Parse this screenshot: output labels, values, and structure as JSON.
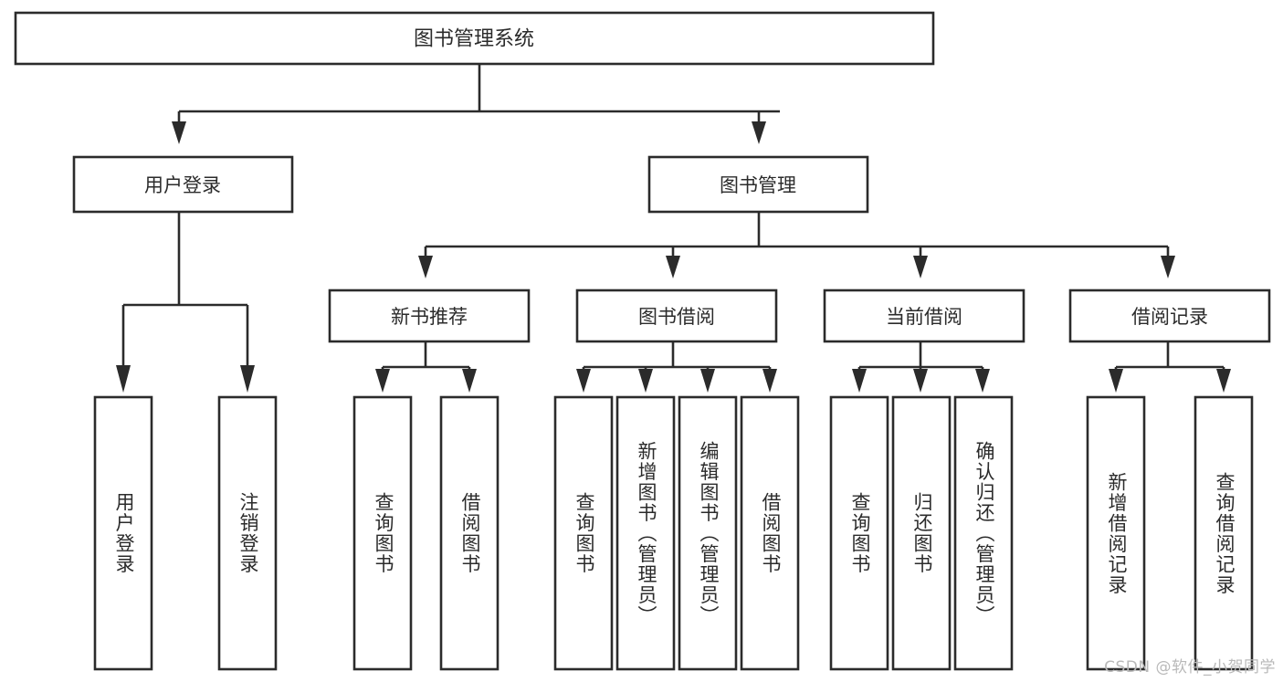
{
  "diagram": {
    "title": "图书管理系统",
    "type": "tree-hierarchy-functional-decomposition",
    "root": {
      "id": "root",
      "label": "图书管理系统"
    },
    "level1": [
      {
        "id": "user-login",
        "label": "用户登录"
      },
      {
        "id": "book-management",
        "label": "图书管理"
      }
    ],
    "level2": [
      {
        "id": "new-book-recommend",
        "label": "新书推荐",
        "parent": "book-management"
      },
      {
        "id": "book-borrow",
        "label": "图书借阅",
        "parent": "book-management"
      },
      {
        "id": "current-borrow",
        "label": "当前借阅",
        "parent": "book-management"
      },
      {
        "id": "borrow-record",
        "label": "借阅记录",
        "parent": "book-management"
      }
    ],
    "leaves": [
      {
        "id": "leaf-user-login",
        "label": "用户登录",
        "parent": "user-login"
      },
      {
        "id": "leaf-logout",
        "label": "注销登录",
        "parent": "user-login"
      },
      {
        "id": "leaf-query-book-1",
        "label": "查询图书",
        "parent": "new-book-recommend"
      },
      {
        "id": "leaf-borrow-book-1",
        "label": "借阅图书",
        "parent": "new-book-recommend"
      },
      {
        "id": "leaf-query-book-2",
        "label": "查询图书",
        "parent": "book-borrow"
      },
      {
        "id": "leaf-add-book",
        "label": "新增图书（管理员）",
        "parent": "book-borrow"
      },
      {
        "id": "leaf-edit-book",
        "label": "编辑图书（管理员）",
        "parent": "book-borrow"
      },
      {
        "id": "leaf-borrow-book-2",
        "label": "借阅图书",
        "parent": "book-borrow"
      },
      {
        "id": "leaf-query-book-3",
        "label": "查询图书",
        "parent": "current-borrow"
      },
      {
        "id": "leaf-return-book",
        "label": "归还图书",
        "parent": "current-borrow"
      },
      {
        "id": "leaf-confirm-return",
        "label": "确认归还（管理员）",
        "parent": "current-borrow"
      },
      {
        "id": "leaf-add-record",
        "label": "新增借阅记录",
        "parent": "borrow-record"
      },
      {
        "id": "leaf-query-record",
        "label": "查询借阅记录",
        "parent": "borrow-record"
      }
    ],
    "watermark": "CSDN @软件_小贺同学",
    "colors": {
      "background": "#ffffff",
      "stroke": "#2b2b2b",
      "box_fill": "#ffffff",
      "text": "#2b2b2b",
      "watermark": "#b9b9b9"
    }
  }
}
